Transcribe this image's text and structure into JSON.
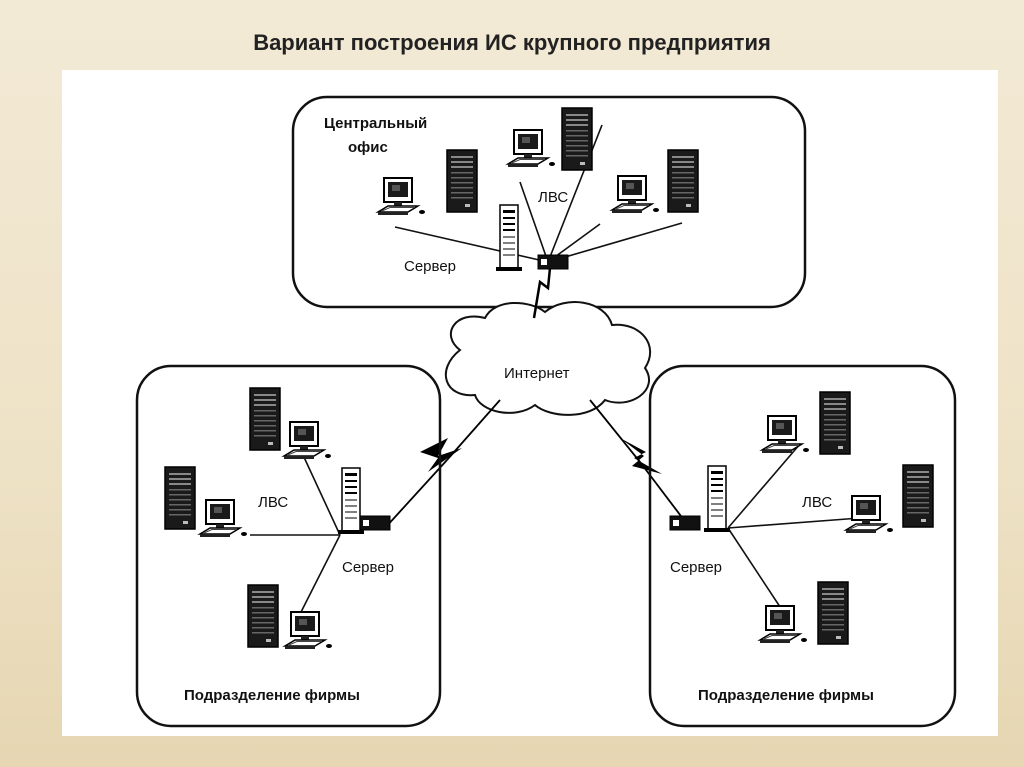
{
  "title": "Вариант построения ИС крупного предприятия",
  "diagram": {
    "central_office_label_line1": "Центральный",
    "central_office_label_line2": "офис",
    "internet_label": "Интернет",
    "lan_label": "ЛВС",
    "server_label": "Сервер",
    "division_label": "Подразделение фирмы"
  },
  "colors": {
    "background": "#f3ead6",
    "ink": "#111111",
    "figure_bg": "#ffffff"
  },
  "icons": [
    "tower-server-icon",
    "workstation-icon",
    "hub-icon",
    "cloud-icon",
    "lightning-link-icon"
  ]
}
